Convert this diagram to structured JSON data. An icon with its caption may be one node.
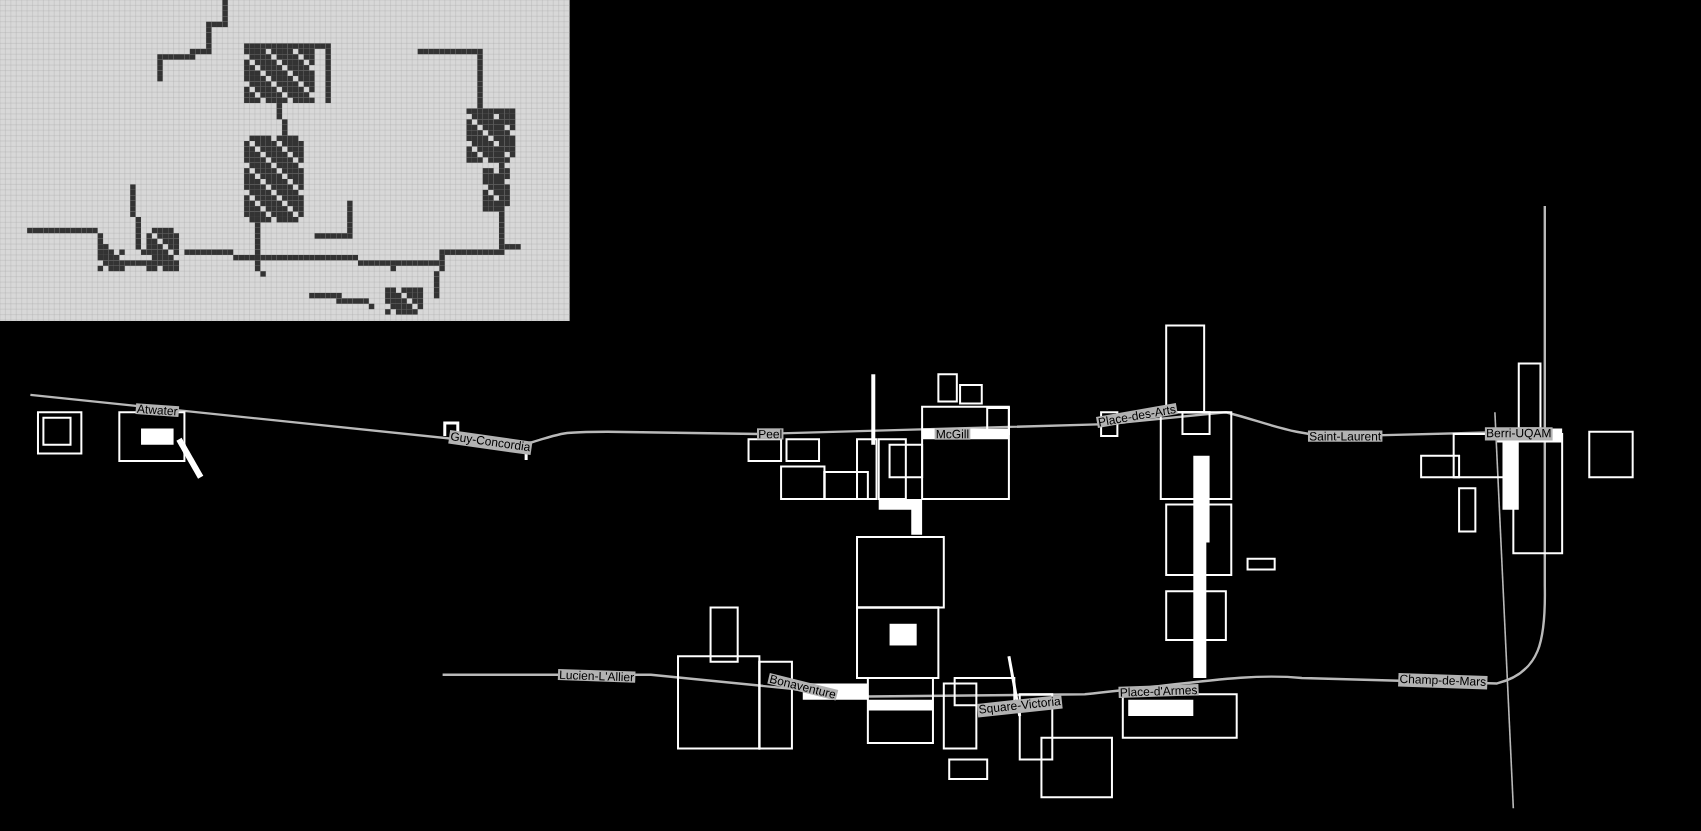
{
  "diagram": {
    "labels": [
      "Atwater",
      "Guy-Concordia",
      "Peel",
      "McGill",
      "Place-des-Arts",
      "Saint-Laurent",
      "Berri-UQAM",
      "Lucien-L'Allier",
      "Bonaventure",
      "Square-Victoria",
      "Place-d'Armes",
      "Champ-de-Mars"
    ]
  }
}
